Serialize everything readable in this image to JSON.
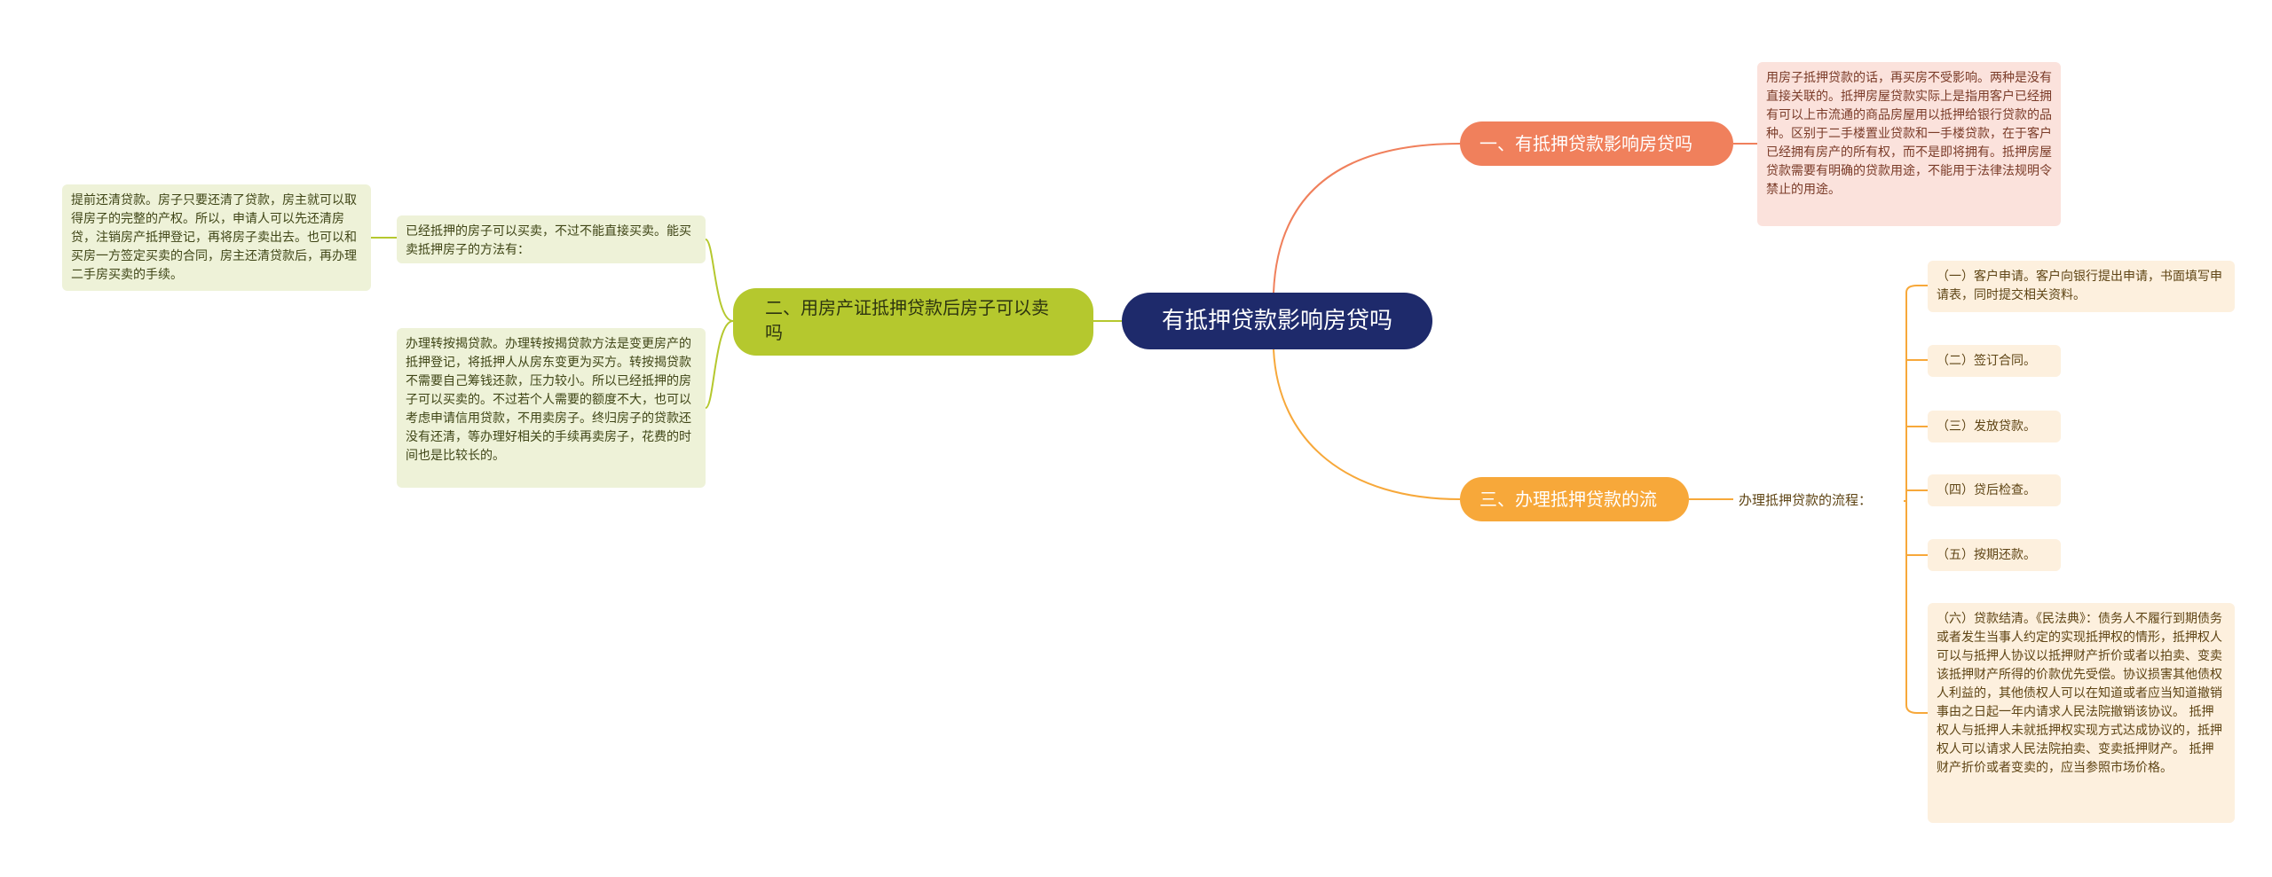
{
  "root": {
    "label": "有抵押贷款影响房贷吗"
  },
  "branch1": {
    "label": "一、有抵押贷款影响房贷吗",
    "detail": "用房子抵押贷款的话，再买房不受影响。两种是没有直接关联的。抵押房屋贷款实际上是指用客户已经拥有可以上市流通的商品房屋用以抵押给银行贷款的品种。区别于二手楼置业贷款和一手楼贷款，在于客户已经拥有房产的所有权，而不是即将拥有。抵押房屋贷款需要有明确的贷款用途，不能用于法律法规明令禁止的用途。"
  },
  "branch2": {
    "label": "二、用房产证抵押贷款后房子可以卖吗",
    "child1": "已经抵押的房子可以买卖，不过不能直接买卖。能买卖抵押房子的方法有：",
    "child1_detail": "提前还清贷款。房子只要还清了贷款，房主就可以取得房子的完整的产权。所以，申请人可以先还清房贷，注销房产抵押登记，再将房子卖出去。也可以和买房一方签定买卖的合同，房主还清贷款后，再办理二手房买卖的手续。",
    "child2": "办理转按揭贷款。办理转按揭贷款方法是变更房产的抵押登记，将抵押人从房东变更为买方。转按揭贷款不需要自己筹钱还款，压力较小。所以已经抵押的房子可以买卖的。不过若个人需要的额度不大，也可以考虑申请信用贷款，不用卖房子。终归房子的贷款还没有还清，等办理好相关的手续再卖房子，花费的时间也是比较长的。"
  },
  "branch3": {
    "label": "三、办理抵押贷款的流程",
    "intro": "办理抵押贷款的流程：",
    "steps": [
      "（一）客户申请。客户向银行提出申请，书面填写申请表，同时提交相关资料。",
      "（二）签订合同。",
      "（三）发放贷款。",
      "（四）贷后检查。",
      "（五）按期还款。",
      "（六）贷款结清。《民法典》：债务人不履行到期债务或者发生当事人约定的实现抵押权的情形，抵押权人可以与抵押人协议以抵押财产折价或者以拍卖、变卖该抵押财产所得的价款优先受偿。协议损害其他债权人利益的，其他债权人可以在知道或者应当知道撤销事由之日起一年内请求人民法院撤销该协议。 抵押权人与抵押人未就抵押权实现方式达成协议的，抵押权人可以请求人民法院拍卖、变卖抵押财产。 抵押财产折价或者变卖的，应当参照市场价格。"
    ]
  },
  "colors": {
    "root": "#1e2a6b",
    "branch1": "#f0805c",
    "branch2": "#b5c82e",
    "branch3": "#f7a83a"
  }
}
